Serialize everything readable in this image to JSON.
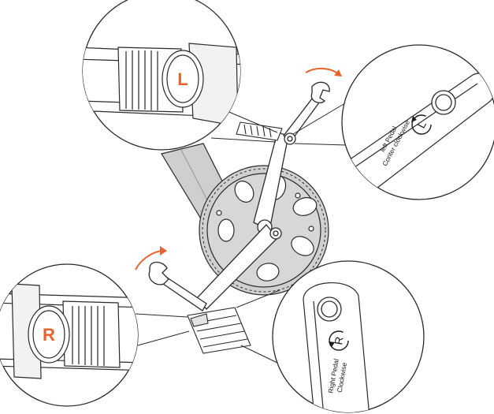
{
  "diagram": {
    "colors": {
      "line": "#2a2a2a",
      "frame_fill": "#cfcfcf",
      "chainring_fill": "#d0d0d0",
      "accent": "#e8622c",
      "background": "#ffffff"
    },
    "callouts": {
      "left_pedal": {
        "axle_letter": "L",
        "crank_text_line1": "left Pedal",
        "crank_text_line2": "Conter clockwise",
        "rotation_symbol": "L",
        "rotation_icon": "counterclockwise-arrow-icon"
      },
      "right_pedal": {
        "axle_letter": "R",
        "crank_text_line1": "Right Pedal",
        "crank_text_line2": "Clockwise",
        "rotation_symbol": "R",
        "rotation_icon": "clockwise-arrow-icon"
      }
    },
    "arrows": {
      "top": "orange-curved-arrow-icon",
      "bottom": "orange-curved-arrow-icon"
    }
  }
}
